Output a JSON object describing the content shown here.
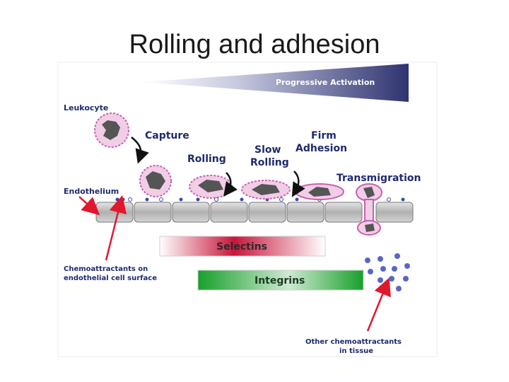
{
  "slide": {
    "title": "Rolling and adhesion"
  },
  "diagram": {
    "activation_label": "Progressive Activation",
    "labels": {
      "leukocyte": "Leukocyte",
      "capture": "Capture",
      "rolling": "Rolling",
      "slow": "Slow",
      "rolling2": "Rolling",
      "firm": "Firm",
      "adhesion": "Adhesion",
      "transmigration": "Transmigration",
      "endothelium": "Endothelium",
      "chemo_surface_line1": "Chemoattractants on",
      "chemo_surface_line2": "endothelial cell surface",
      "chemo_tissue_line1": "Other chemoattractants",
      "chemo_tissue_line2": "in tissue"
    },
    "bars": {
      "selectins": "Selectins",
      "integrins": "Integrins"
    },
    "colors": {
      "activation": "#2f3370",
      "label_blue": "#1f2a6e",
      "cell_pink": "#f1cde6",
      "cell_border": "#c860b0",
      "arrow_red": "#e0182d",
      "selectins": "#c8163c",
      "integrins": "#17a02c",
      "chemo_dot": "#5a66c4"
    }
  }
}
